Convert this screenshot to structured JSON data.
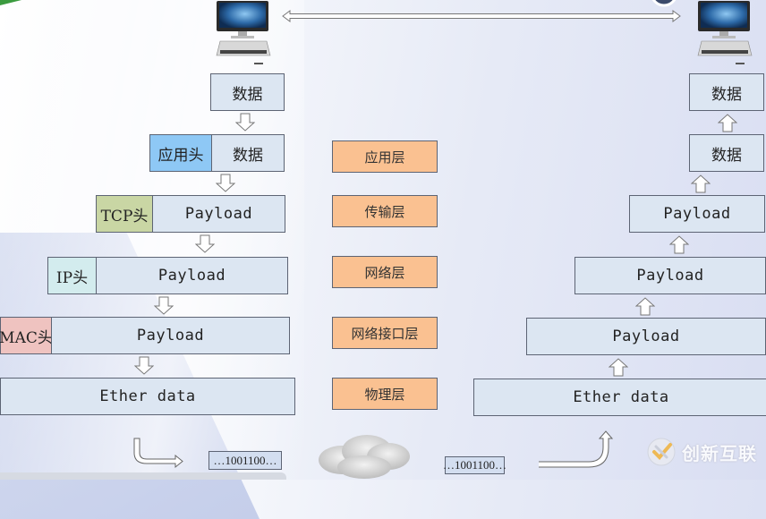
{
  "sender": {
    "data_label": "数据",
    "app_header": "应用头",
    "app_data": "数据",
    "tcp_header": "TCP头",
    "tcp_payload": "Payload",
    "ip_header": "IP头",
    "ip_payload": "Payload",
    "mac_header": "MAC头",
    "mac_payload": "Payload",
    "ether": "Ether data",
    "bits": "…1001100…"
  },
  "layers": [
    "应用层",
    "传输层",
    "网络层",
    "网络接口层",
    "物理层"
  ],
  "receiver": {
    "data_top": "数据",
    "data_app": "数据",
    "payload_tcp": "Payload",
    "payload_ip": "Payload",
    "payload_mac": "Payload",
    "ether": "Ether data",
    "bits": "…1001100…"
  },
  "watermark": {
    "text": "创新互联"
  },
  "colors": {
    "cell": "#dce6f2",
    "app_header": "#8ec8f5",
    "tcp_header": "#c9d6a4",
    "ip_header": "#d3ecee",
    "mac_header": "#efc3c0",
    "layer": "#fac191"
  }
}
